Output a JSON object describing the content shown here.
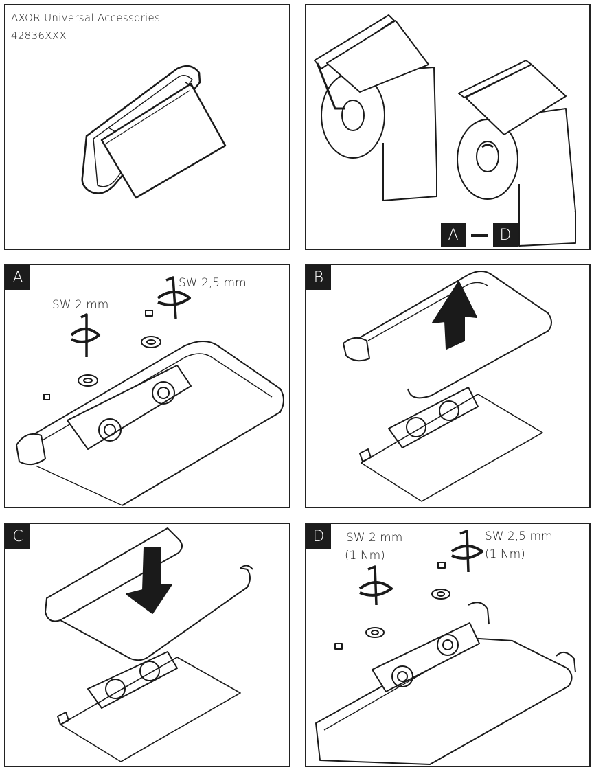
{
  "header": {
    "brand": "AXOR Universal Accessories",
    "article_number": "42836XXX"
  },
  "overview": {
    "range_from": "A",
    "range_to": "D"
  },
  "steps": {
    "a": {
      "badge": "A",
      "key_small": "SW 2 mm",
      "key_large": "SW 2,5 mm"
    },
    "b": {
      "badge": "B"
    },
    "c": {
      "badge": "C"
    },
    "d": {
      "badge": "D",
      "key_small": "SW 2 mm",
      "torque_small": "(1 Nm)",
      "key_large": "SW 2,5 mm",
      "torque_large": "(1 Nm)"
    }
  }
}
